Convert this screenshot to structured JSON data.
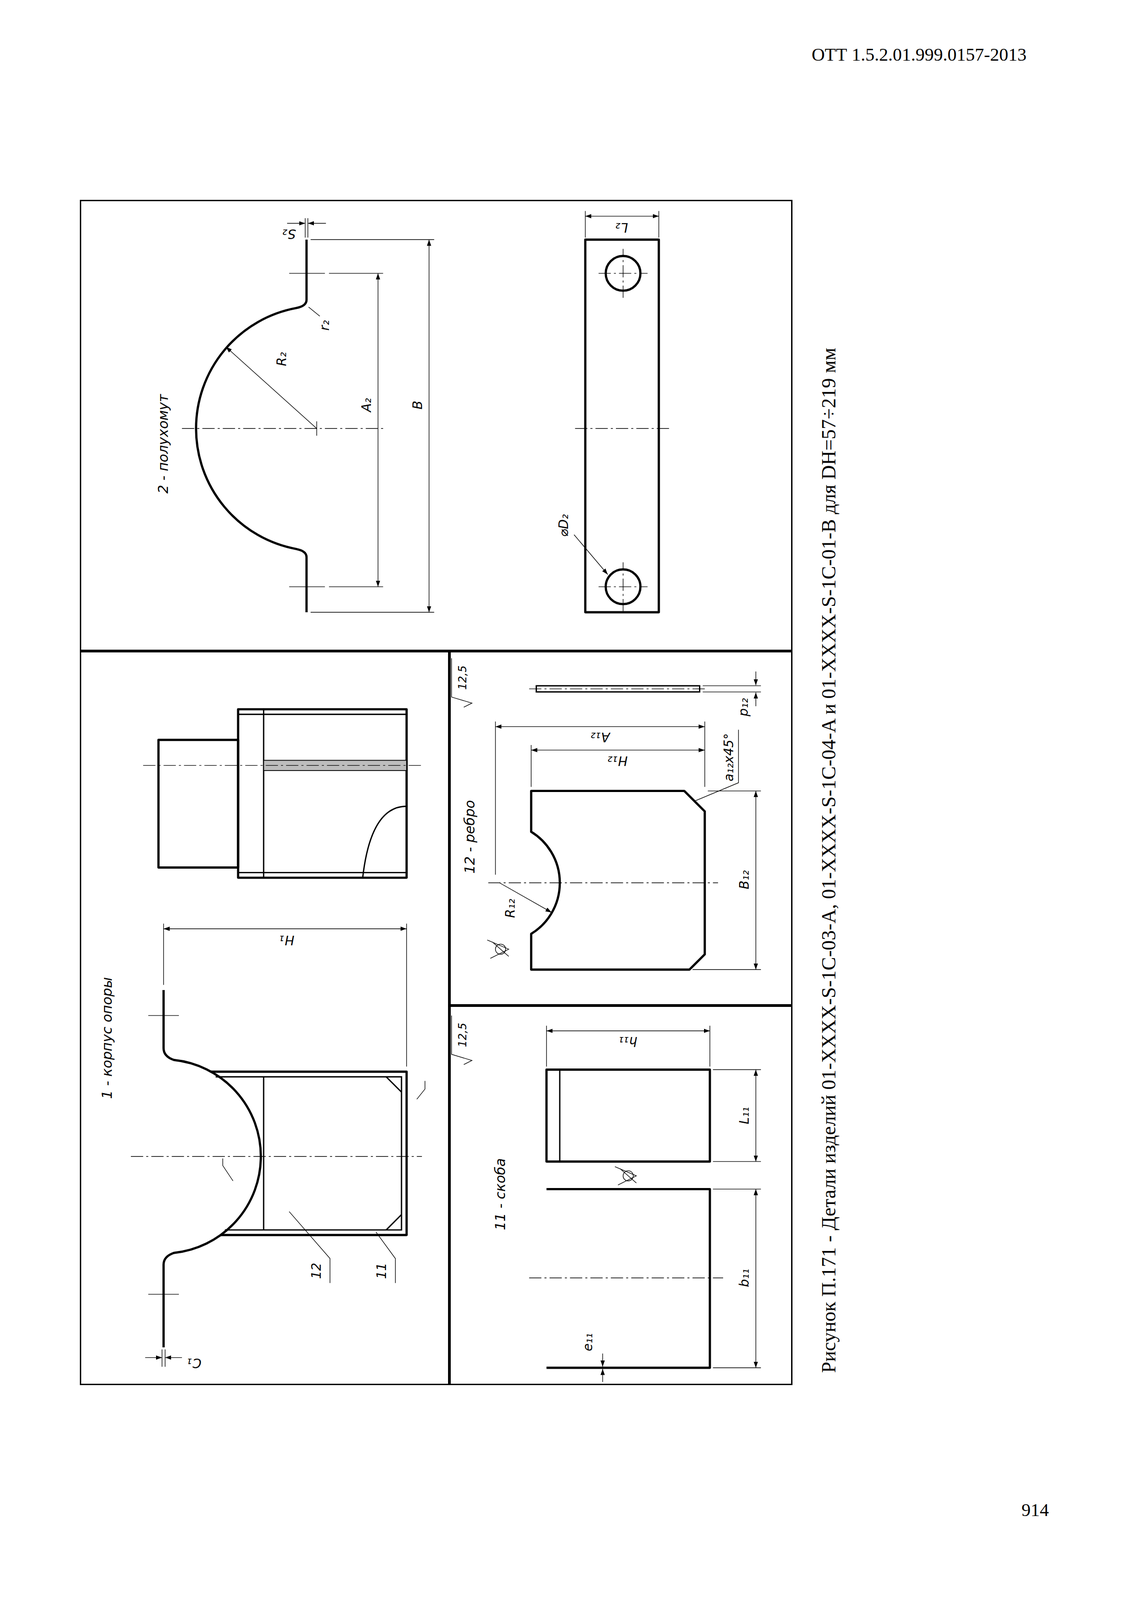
{
  "diagram": {
    "caption": "Рисунок П.171 - Детали изделий 01-XXXX-S-1C-03-A, 01-XXXX-S-1C-04-A и 01-XXXX-S-1C-01-B для DН=57÷219 мм",
    "nodes": [
      {
        "text": [
          "1 - корпус опоры"
        ]
      },
      {
        "text": [
          "2 - полухомут"
        ]
      },
      {
        "text": [
          "11 - скоба"
        ]
      },
      {
        "text": [
          "12 - ребро"
        ]
      }
    ],
    "labels": [
      "ОТТ 1.5.2.01.999.0157-2013",
      "12",
      "11",
      "H₁",
      "C₁",
      "S₂",
      "r₂",
      "R₂",
      "A₂",
      "B",
      "L₂",
      "⌀D₂",
      "12,5",
      "A₁₂",
      "H₁₂",
      "R₁₂",
      "a₁₂x45°",
      "B₁₂",
      "p₁₂",
      "12,5",
      "h₁₁",
      "L₁₁",
      "b₁₁",
      "e₁₁",
      "914"
    ]
  }
}
